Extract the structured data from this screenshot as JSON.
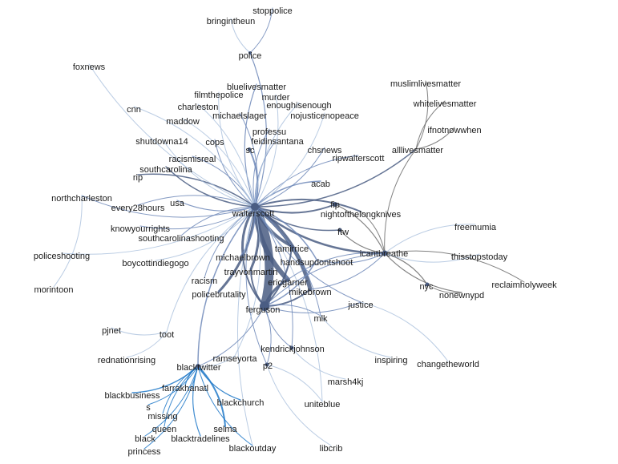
{
  "graph": {
    "colors": {
      "background": "#ffffff",
      "edge_dark": "#4a5d83",
      "edge_mid": "#6f88b8",
      "edge_light": "#a9bfdc",
      "edge_blue": "#1f78c8",
      "edge_gray": "#6b6b6b",
      "node": "#4a5d83"
    },
    "nodes": [
      {
        "id": "stoppolice",
        "label": "stoppolice"
      },
      {
        "id": "bringintheun",
        "label": "bringintheun"
      },
      {
        "id": "police",
        "label": "police"
      },
      {
        "id": "foxnews",
        "label": "foxnews"
      },
      {
        "id": "muslimlivesmatter",
        "label": "muslimlivesmatter"
      },
      {
        "id": "whitelivesmatter",
        "label": "whitelivesmatter"
      },
      {
        "id": "ifnotnowwhen",
        "label": "ifnotnowwhen"
      },
      {
        "id": "alllivesmatter",
        "label": "alllivesmatter"
      },
      {
        "id": "bluelivesmatter",
        "label": "bluelivesmatter"
      },
      {
        "id": "filmthepolice",
        "label": "filmthepolice"
      },
      {
        "id": "murder",
        "label": "murder"
      },
      {
        "id": "cnn",
        "label": "cnn"
      },
      {
        "id": "charleston",
        "label": "charleston"
      },
      {
        "id": "enoughisenough",
        "label": "enoughisenough"
      },
      {
        "id": "michaelslager",
        "label": "michaelslager"
      },
      {
        "id": "nojusticenopeace",
        "label": "nojusticenopeace"
      },
      {
        "id": "maddow",
        "label": "maddow"
      },
      {
        "id": "professu",
        "label": "professu"
      },
      {
        "id": "shutdowna14",
        "label": "shutdowna14"
      },
      {
        "id": "cops",
        "label": "cops"
      },
      {
        "id": "feidinsantana",
        "label": "feidinsantana"
      },
      {
        "id": "sc",
        "label": "sc"
      },
      {
        "id": "chsnews",
        "label": "chsnews"
      },
      {
        "id": "ripwalterscott",
        "label": "ripwalterscott"
      },
      {
        "id": "racismisreal",
        "label": "racismisreal"
      },
      {
        "id": "southcarolina",
        "label": "southcarolina"
      },
      {
        "id": "rip",
        "label": "rip"
      },
      {
        "id": "acab",
        "label": "acab"
      },
      {
        "id": "northcharleston",
        "label": "northcharleston"
      },
      {
        "id": "usa",
        "label": "usa"
      },
      {
        "id": "fip",
        "label": "fip"
      },
      {
        "id": "every28hours",
        "label": "every28hours"
      },
      {
        "id": "walterscott",
        "label": "walterscott"
      },
      {
        "id": "nightofthelongknives",
        "label": "nightofthelongknives"
      },
      {
        "id": "knowyourrights",
        "label": "knowyourrights"
      },
      {
        "id": "ftw",
        "label": "ftw"
      },
      {
        "id": "freemumia",
        "label": "freemumia"
      },
      {
        "id": "southcarolinashooting",
        "label": "southcarolinashooting"
      },
      {
        "id": "policeshooting",
        "label": "policeshooting"
      },
      {
        "id": "tamirrice",
        "label": "tamirrice"
      },
      {
        "id": "icantbreathe",
        "label": "icantbreathe"
      },
      {
        "id": "thisstopstoday",
        "label": "thisstopstoday"
      },
      {
        "id": "michaelbrown",
        "label": "michaelbrown"
      },
      {
        "id": "boycottindiegogo",
        "label": "boycottindiegogo"
      },
      {
        "id": "handsupdontshoot",
        "label": "handsupdontshoot"
      },
      {
        "id": "trayvonmartin",
        "label": "trayvonmartin"
      },
      {
        "id": "racism",
        "label": "racism"
      },
      {
        "id": "ericgarner",
        "label": "ericgarner"
      },
      {
        "id": "reclaimholyweek",
        "label": "reclaimholyweek"
      },
      {
        "id": "nyc",
        "label": "nyc"
      },
      {
        "id": "morintoon",
        "label": "morintoon"
      },
      {
        "id": "mikebrown",
        "label": "mikebrown"
      },
      {
        "id": "nonewnypd",
        "label": "nonewnypd"
      },
      {
        "id": "policebrutality",
        "label": "policebrutality"
      },
      {
        "id": "justice",
        "label": "justice"
      },
      {
        "id": "ferguson",
        "label": "ferguson"
      },
      {
        "id": "mlk",
        "label": "mlk"
      },
      {
        "id": "pjnet",
        "label": "pjnet"
      },
      {
        "id": "toot",
        "label": "toot"
      },
      {
        "id": "kendrickjohnson",
        "label": "kendrickjohnson"
      },
      {
        "id": "ramseyorta",
        "label": "ramseyorta"
      },
      {
        "id": "rednationrising",
        "label": "rednationrising"
      },
      {
        "id": "inspiring",
        "label": "inspiring"
      },
      {
        "id": "changetheworld",
        "label": "changetheworld"
      },
      {
        "id": "blacktwitter",
        "label": "blacktwitter"
      },
      {
        "id": "p2",
        "label": "p2"
      },
      {
        "id": "marsh4kj",
        "label": "marsh4kj"
      },
      {
        "id": "farrakhanatl",
        "label": "farrakhanatl"
      },
      {
        "id": "blackbusiness",
        "label": "blackbusiness"
      },
      {
        "id": "blackchurch",
        "label": "blackchurch"
      },
      {
        "id": "uniteblue",
        "label": "uniteblue"
      },
      {
        "id": "s",
        "label": "s"
      },
      {
        "id": "missing",
        "label": "missing"
      },
      {
        "id": "selma",
        "label": "selma"
      },
      {
        "id": "queen",
        "label": "queen"
      },
      {
        "id": "black",
        "label": "black"
      },
      {
        "id": "blacktradelines",
        "label": "blacktradelines"
      },
      {
        "id": "princess",
        "label": "princess"
      },
      {
        "id": "blackoutday",
        "label": "blackoutday"
      },
      {
        "id": "libcrib",
        "label": "libcrib"
      }
    ],
    "edges": [
      [
        "walterscott",
        "ferguson",
        "dark",
        11
      ],
      [
        "walterscott",
        "ericgarner",
        "dark",
        6
      ],
      [
        "walterscott",
        "mikebrown",
        "dark",
        5
      ],
      [
        "walterscott",
        "tamirrice",
        "dark",
        4
      ],
      [
        "walterscott",
        "trayvonmartin",
        "dark",
        3
      ],
      [
        "walterscott",
        "michaelbrown",
        "dark",
        3
      ],
      [
        "walterscott",
        "policebrutality",
        "dark",
        3
      ],
      [
        "walterscott",
        "icantbreathe",
        "dark",
        2.5
      ],
      [
        "walterscott",
        "blacklivesmatter_hub",
        "mid",
        1.5
      ],
      [
        "walterscott",
        "fip",
        "dark",
        2
      ],
      [
        "walterscott",
        "nightofthelongknives",
        "dark",
        2
      ],
      [
        "walterscott",
        "ftw",
        "dark",
        1.5
      ],
      [
        "walterscott",
        "acab",
        "mid",
        1.5
      ],
      [
        "walterscott",
        "alllivesmatter",
        "dark",
        1.5
      ],
      [
        "walterscott",
        "ripwalterscott",
        "mid",
        1
      ],
      [
        "walterscott",
        "chsnews",
        "mid",
        1
      ],
      [
        "walterscott",
        "feidinsantana",
        "mid",
        1
      ],
      [
        "walterscott",
        "sc",
        "mid",
        2
      ],
      [
        "walterscott",
        "professu",
        "mid",
        1
      ],
      [
        "walterscott",
        "michaelslager",
        "mid",
        1
      ],
      [
        "walterscott",
        "bluelivesmatter",
        "mid",
        1.2
      ],
      [
        "walterscott",
        "police",
        "mid",
        1.2
      ],
      [
        "walterscott",
        "cops",
        "mid",
        1
      ],
      [
        "walterscott",
        "racismisreal",
        "mid",
        1
      ],
      [
        "walterscott",
        "southcarolina",
        "dark",
        1.5
      ],
      [
        "walterscott",
        "rip",
        "dark",
        1.5
      ],
      [
        "walterscott",
        "usa",
        "mid",
        1.2
      ],
      [
        "walterscott",
        "every28hours",
        "mid",
        1
      ],
      [
        "walterscott",
        "knowyourrights",
        "mid",
        1
      ],
      [
        "walterscott",
        "southcarolinashooting",
        "mid",
        1
      ],
      [
        "walterscott",
        "northcharleston",
        "mid",
        1
      ],
      [
        "walterscott",
        "cnn",
        "light",
        1
      ],
      [
        "walterscott",
        "foxnews",
        "light",
        1
      ],
      [
        "walterscott",
        "maddow",
        "light",
        1
      ],
      [
        "walterscott",
        "shutdowna14",
        "light",
        1
      ],
      [
        "walterscott",
        "charleston",
        "light",
        1
      ],
      [
        "walterscott",
        "filmthepolice",
        "light",
        1
      ],
      [
        "walterscott",
        "murder",
        "light",
        1
      ],
      [
        "walterscott",
        "enoughisenough",
        "light",
        1
      ],
      [
        "walterscott",
        "nojusticenopeace",
        "light",
        1
      ],
      [
        "walterscott",
        "handsupdontshoot",
        "mid",
        1.5
      ],
      [
        "walterscott",
        "racism",
        "mid",
        1
      ],
      [
        "walterscott",
        "boycottindiegogo",
        "light",
        1
      ],
      [
        "walterscott",
        "blacktwitter",
        "mid",
        1.5
      ],
      [
        "walterscott",
        "mlk",
        "mid",
        1
      ],
      [
        "walterscott",
        "justice",
        "mid",
        1
      ],
      [
        "walterscott",
        "kendrickjohnson",
        "mid",
        1
      ],
      [
        "walterscott",
        "p2",
        "mid",
        1
      ],
      [
        "walterscott",
        "uniteblue",
        "light",
        1
      ],
      [
        "walterscott",
        "blackoutday",
        "light",
        1
      ],
      [
        "walterscott",
        "ramseyorta",
        "light",
        1
      ],
      [
        "walterscott",
        "toot",
        "light",
        1
      ],
      [
        "walterscott",
        "policeshooting",
        "light",
        1
      ],
      [
        "police",
        "stoppolice",
        "mid",
        1
      ],
      [
        "police",
        "bringintheun",
        "light",
        1
      ],
      [
        "alllivesmatter",
        "ifnotnowwhen",
        "gray",
        1
      ],
      [
        "alllivesmatter",
        "whitelivesmatter",
        "gray",
        1
      ],
      [
        "alllivesmatter",
        "muslimlivesmatter",
        "gray",
        1
      ],
      [
        "icantbreathe",
        "alllivesmatter",
        "gray",
        1
      ],
      [
        "icantbreathe",
        "fip",
        "gray",
        1.2
      ],
      [
        "icantbreathe",
        "ftw",
        "gray",
        1.2
      ],
      [
        "icantbreathe",
        "nightofthelongknives",
        "gray",
        1
      ],
      [
        "icantbreathe",
        "nyc",
        "gray",
        1.2
      ],
      [
        "icantbreathe",
        "nonewnypd",
        "gray",
        1.2
      ],
      [
        "icantbreathe",
        "reclaimholyweek",
        "gray",
        1
      ],
      [
        "icantbreathe",
        "thisstopstoday",
        "light",
        1
      ],
      [
        "icantbreathe",
        "freemumia",
        "light",
        1
      ],
      [
        "icantbreathe",
        "ericgarner",
        "mid",
        1
      ],
      [
        "icantbreathe",
        "mikebrown",
        "mid",
        1
      ],
      [
        "icantbreathe",
        "ferguson",
        "mid",
        1
      ],
      [
        "icantbreathe",
        "handsupdontshoot",
        "mid",
        1
      ],
      [
        "nyc",
        "nonewnypd",
        "gray",
        1
      ],
      [
        "ferguson",
        "ericgarner",
        "dark",
        3
      ],
      [
        "ferguson",
        "mikebrown",
        "dark",
        2
      ],
      [
        "ferguson",
        "michaelbrown",
        "dark",
        2
      ],
      [
        "ferguson",
        "tamirrice",
        "dark",
        2
      ],
      [
        "ferguson",
        "trayvonmartin",
        "dark",
        2
      ],
      [
        "ferguson",
        "handsupdontshoot",
        "mid",
        1.5
      ],
      [
        "ferguson",
        "mlk",
        "mid",
        1
      ],
      [
        "ferguson",
        "kendrickjohnson",
        "mid",
        1
      ],
      [
        "ferguson",
        "p2",
        "mid",
        1
      ],
      [
        "ferguson",
        "justice",
        "mid",
        1
      ],
      [
        "ferguson",
        "blacktwitter",
        "mid",
        1
      ],
      [
        "mlk",
        "inspiring",
        "light",
        1
      ],
      [
        "justice",
        "changetheworld",
        "light",
        1
      ],
      [
        "kendrickjohnson",
        "marsh4kj",
        "light",
        1
      ],
      [
        "p2",
        "uniteblue",
        "light",
        1
      ],
      [
        "p2",
        "libcrib",
        "light",
        1
      ],
      [
        "ramseyorta",
        "blacktwitter",
        "light",
        1
      ],
      [
        "blacktwitter",
        "farrakhanatl",
        "blue",
        1.2
      ],
      [
        "blacktwitter",
        "blackbusiness",
        "blue",
        1.5
      ],
      [
        "blacktwitter",
        "blackchurch",
        "blue",
        1.2
      ],
      [
        "blacktwitter",
        "s",
        "blue",
        1
      ],
      [
        "blacktwitter",
        "missing",
        "blue",
        1
      ],
      [
        "blacktwitter",
        "selma",
        "blue",
        2
      ],
      [
        "blacktwitter",
        "queen",
        "blue",
        1
      ],
      [
        "blacktwitter",
        "black",
        "blue",
        1
      ],
      [
        "blacktwitter",
        "blacktradelines",
        "blue",
        1.2
      ],
      [
        "blacktwitter",
        "princess",
        "blue",
        1
      ],
      [
        "blacktwitter",
        "blackoutday",
        "blue",
        1
      ],
      [
        "northcharleston",
        "morintoon",
        "light",
        1
      ],
      [
        "pjnet",
        "toot",
        "light",
        1
      ],
      [
        "toot",
        "rednationrising",
        "light",
        1
      ]
    ]
  }
}
